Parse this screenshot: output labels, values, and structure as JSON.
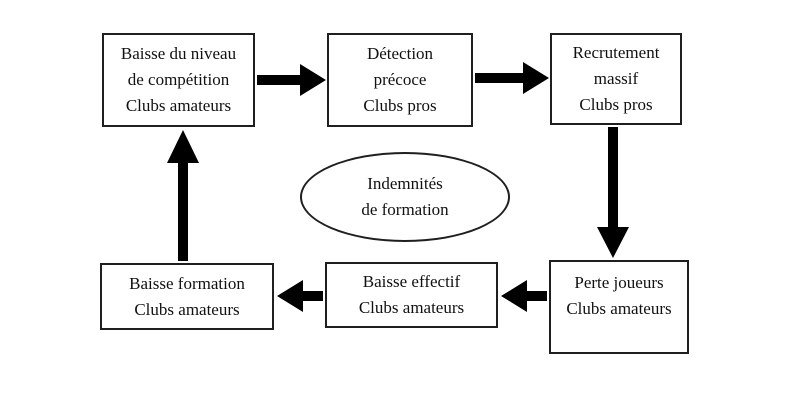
{
  "diagram": {
    "nodes": {
      "top_left": {
        "line1": "Baisse du niveau",
        "line2": "de compétition",
        "line3": "Clubs amateurs"
      },
      "top_middle": {
        "line1": "Détection",
        "line2": "précoce",
        "line3": "Clubs pros"
      },
      "top_right": {
        "line1": "Recrutement",
        "line2": "massif",
        "line3": "Clubs pros"
      },
      "center_ellipse": {
        "line1": "Indemnités",
        "line2": "de formation"
      },
      "bottom_left": {
        "line1": "Baisse formation",
        "line2": "Clubs amateurs"
      },
      "bottom_middle": {
        "line1": "Baisse effectif",
        "line2": "Clubs amateurs"
      },
      "bottom_right": {
        "line1": "Perte joueurs",
        "line2": "Clubs amateurs"
      }
    },
    "colors": {
      "background": "#ffffff",
      "node_fill": "#ffffff",
      "node_border": "#1f1f1f",
      "text": "#111111",
      "arrow": "#000000"
    }
  }
}
